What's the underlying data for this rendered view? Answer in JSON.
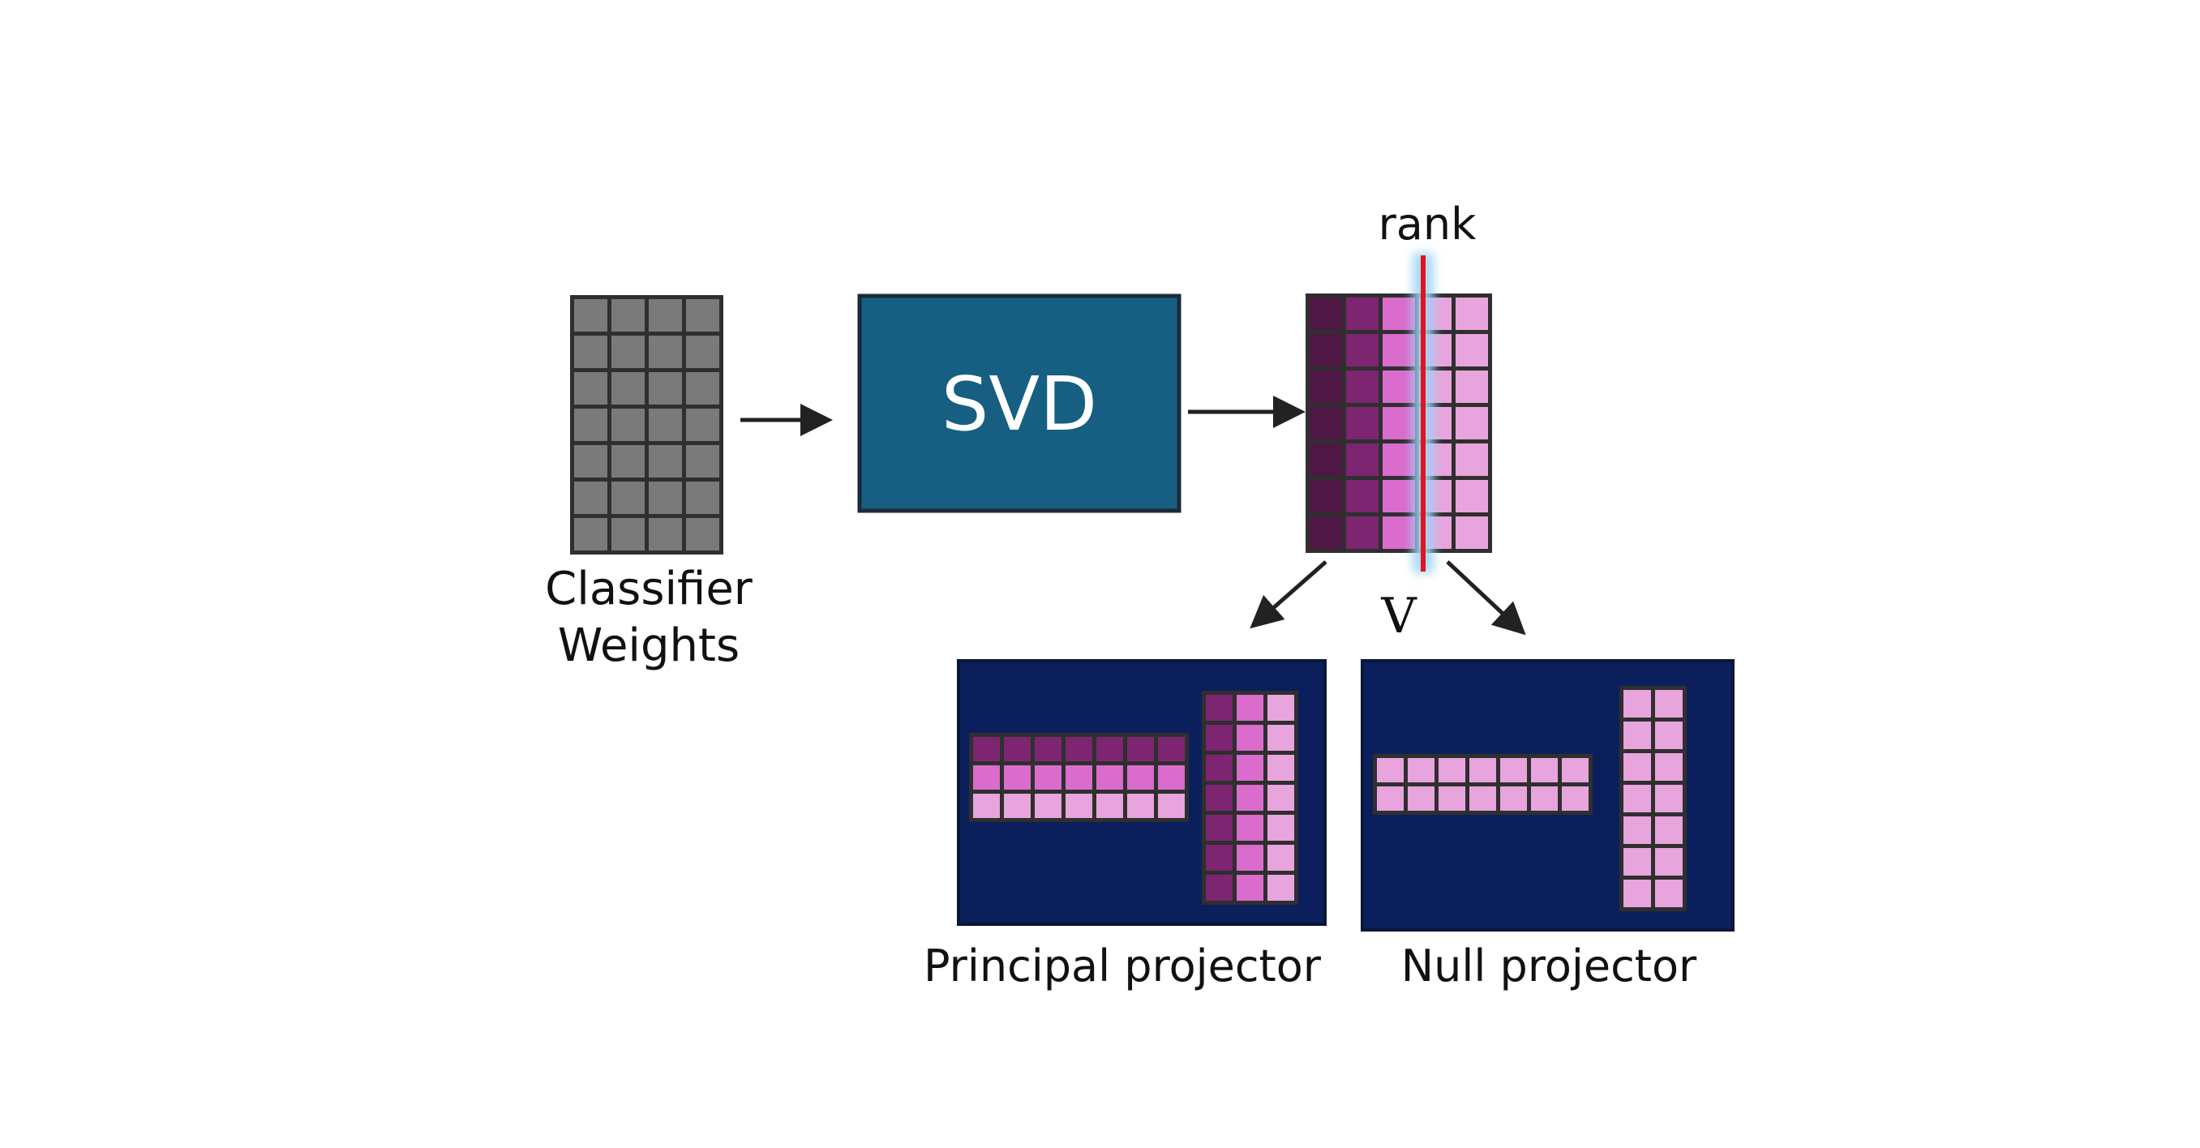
{
  "labels": {
    "classifier": [
      "Classifier",
      "Weights"
    ],
    "svd": "SVD",
    "rank": "rank",
    "v": "V",
    "principal": "Principal projector",
    "null": "Null projector"
  },
  "colors": {
    "background": "#ffffff",
    "weights_cell": "#7a7a7a",
    "grid_line": "#2f2f2f",
    "svd_box": "#175f82",
    "svd_text": "#ffffff",
    "projector_bg": "#0b1f5c",
    "rank_line": "#e0141e",
    "rank_glow": "#9fd4f4",
    "arrow": "#222222",
    "v_col_dark": "#4e1744",
    "v_col_mid": "#7d2571",
    "v_col_bright": "#d96ccc",
    "v_col_light": "#e8a4dd"
  },
  "structure": {
    "weights": {
      "rows": 7,
      "cols": 4
    },
    "v_matrix": {
      "rows": 7,
      "cols": 5,
      "rank": 3
    },
    "principal_row_block": {
      "rows": 3,
      "cols": 7
    },
    "principal_col_block": {
      "rows": 7,
      "cols": 3
    },
    "null_row_block": {
      "rows": 2,
      "cols": 7
    },
    "null_col_block": {
      "rows": 7,
      "cols": 2
    }
  }
}
